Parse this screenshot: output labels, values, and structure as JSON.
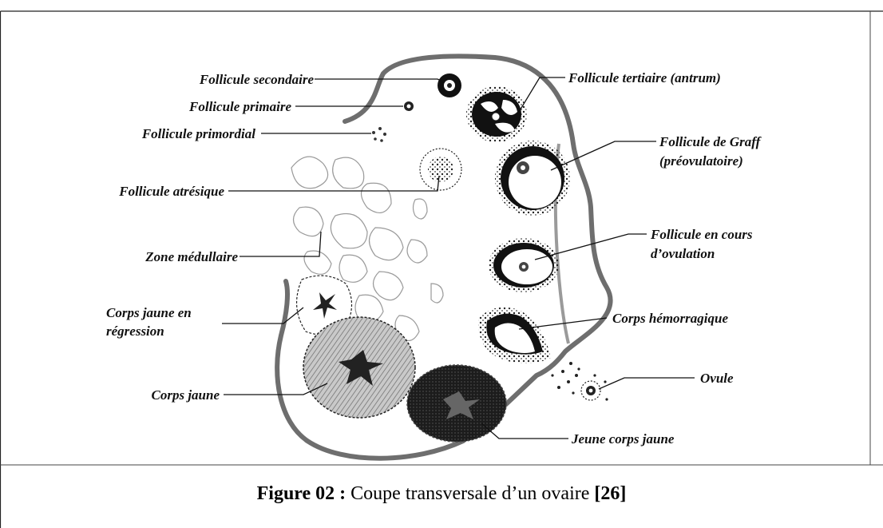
{
  "labels": {
    "follicule_secondaire": "Follicule secondaire",
    "follicule_primaire": "Follicule primaire",
    "follicule_primordial": "Follicule primordial",
    "follicule_atresique": "Follicule atrésique",
    "zone_medullaire": "Zone médullaire",
    "corps_jaune_regression_1": "Corps jaune en",
    "corps_jaune_regression_2": "régression",
    "corps_jaune": "Corps jaune",
    "follicule_tertiaire": "Follicule tertiaire (antrum)",
    "follicule_graff_1": "Follicule de Graff",
    "follicule_graff_2": "(préovulatoire)",
    "follicule_ovulation_1": "Follicule en cours",
    "follicule_ovulation_2": "d’ovulation",
    "corps_hemorragique": "Corps hémorragique",
    "ovule": "Ovule",
    "jeune_corps_jaune": "Jeune corps jaune"
  },
  "caption": {
    "prefix": "Figure 02 :",
    "text": " Coupe transversale d’un ovaire ",
    "ref": "[26]"
  }
}
